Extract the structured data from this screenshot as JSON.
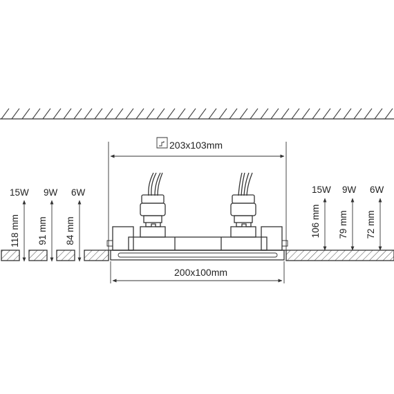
{
  "cutout_label": "203x103mm",
  "body_label": "200x100mm",
  "left_group": [
    {
      "power": "15W",
      "height": "118 mm"
    },
    {
      "power": "9W",
      "height": "91 mm"
    },
    {
      "power": "6W",
      "height": "84 mm"
    }
  ],
  "right_group": [
    {
      "power": "15W",
      "height": "106 mm"
    },
    {
      "power": "9W",
      "height": "79 mm"
    },
    {
      "power": "6W",
      "height": "72 mm"
    }
  ],
  "colors": {
    "line": "#333333",
    "background": "#ffffff"
  }
}
